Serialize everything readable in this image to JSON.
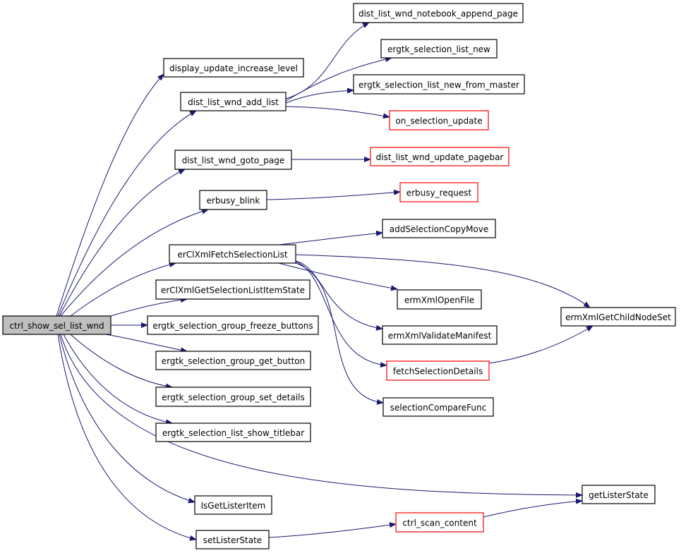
{
  "diagram": {
    "colors": {
      "edge": "#191970",
      "root_fill": "#bfbfbf",
      "node_border": "#000000",
      "truncated_border": "#ff0000",
      "node_fill": "#ffffff"
    },
    "nodes": [
      {
        "id": "ctrl_show_sel_list_wnd",
        "label": "ctrl_show_sel_list_wnd",
        "kind": "root"
      },
      {
        "id": "display_update_increase_level",
        "label": "display_update_increase_level",
        "kind": "normal"
      },
      {
        "id": "dist_list_wnd_add_list",
        "label": "dist_list_wnd_add_list",
        "kind": "normal"
      },
      {
        "id": "dist_list_wnd_goto_page",
        "label": "dist_list_wnd_goto_page",
        "kind": "normal"
      },
      {
        "id": "erbusy_blink",
        "label": "erbusy_blink",
        "kind": "normal"
      },
      {
        "id": "erClXmlFetchSelectionList",
        "label": "erClXmlFetchSelectionList",
        "kind": "normal"
      },
      {
        "id": "erClXmlGetSelectionListItemState",
        "label": "erClXmlGetSelectionListItemState",
        "kind": "normal"
      },
      {
        "id": "ergtk_selection_group_freeze_buttons",
        "label": "ergtk_selection_group_freeze_buttons",
        "kind": "normal"
      },
      {
        "id": "ergtk_selection_group_get_button",
        "label": "ergtk_selection_group_get_button",
        "kind": "normal"
      },
      {
        "id": "ergtk_selection_group_set_details",
        "label": "ergtk_selection_group_set_details",
        "kind": "normal"
      },
      {
        "id": "ergtk_selection_list_show_titlebar",
        "label": "ergtk_selection_list_show_titlebar",
        "kind": "normal"
      },
      {
        "id": "lsGetListerItem",
        "label": "lsGetListerItem",
        "kind": "normal"
      },
      {
        "id": "setListerState",
        "label": "setListerState",
        "kind": "normal"
      },
      {
        "id": "dist_list_wnd_notebook_append_page",
        "label": "dist_list_wnd_notebook_append_page",
        "kind": "normal"
      },
      {
        "id": "ergtk_selection_list_new",
        "label": "ergtk_selection_list_new",
        "kind": "normal"
      },
      {
        "id": "ergtk_selection_list_new_from_master",
        "label": "ergtk_selection_list_new_from_master",
        "kind": "normal"
      },
      {
        "id": "on_selection_update",
        "label": "on_selection_update",
        "kind": "truncated"
      },
      {
        "id": "dist_list_wnd_update_pagebar",
        "label": "dist_list_wnd_update_pagebar",
        "kind": "truncated"
      },
      {
        "id": "erbusy_request",
        "label": "erbusy_request",
        "kind": "truncated"
      },
      {
        "id": "addSelectionCopyMove",
        "label": "addSelectionCopyMove",
        "kind": "normal"
      },
      {
        "id": "ermXmlOpenFile",
        "label": "ermXmlOpenFile",
        "kind": "normal"
      },
      {
        "id": "ermXmlValidateManifest",
        "label": "ermXmlValidateManifest",
        "kind": "normal"
      },
      {
        "id": "fetchSelectionDetails",
        "label": "fetchSelectionDetails",
        "kind": "truncated"
      },
      {
        "id": "selectionCompareFunc",
        "label": "selectionCompareFunc",
        "kind": "normal"
      },
      {
        "id": "ermXmlGetChildNodeSet",
        "label": "ermXmlGetChildNodeSet",
        "kind": "normal"
      },
      {
        "id": "getListerState",
        "label": "getListerState",
        "kind": "normal"
      },
      {
        "id": "ctrl_scan_content",
        "label": "ctrl_scan_content",
        "kind": "truncated"
      }
    ],
    "edges": [
      {
        "from": "ctrl_show_sel_list_wnd",
        "to": "display_update_increase_level"
      },
      {
        "from": "ctrl_show_sel_list_wnd",
        "to": "dist_list_wnd_add_list"
      },
      {
        "from": "ctrl_show_sel_list_wnd",
        "to": "dist_list_wnd_goto_page"
      },
      {
        "from": "ctrl_show_sel_list_wnd",
        "to": "erbusy_blink"
      },
      {
        "from": "ctrl_show_sel_list_wnd",
        "to": "erClXmlFetchSelectionList"
      },
      {
        "from": "ctrl_show_sel_list_wnd",
        "to": "erClXmlGetSelectionListItemState"
      },
      {
        "from": "ctrl_show_sel_list_wnd",
        "to": "ergtk_selection_group_freeze_buttons"
      },
      {
        "from": "ctrl_show_sel_list_wnd",
        "to": "ergtk_selection_group_get_button"
      },
      {
        "from": "ctrl_show_sel_list_wnd",
        "to": "ergtk_selection_group_set_details"
      },
      {
        "from": "ctrl_show_sel_list_wnd",
        "to": "ergtk_selection_list_show_titlebar"
      },
      {
        "from": "ctrl_show_sel_list_wnd",
        "to": "getListerState"
      },
      {
        "from": "ctrl_show_sel_list_wnd",
        "to": "lsGetListerItem"
      },
      {
        "from": "ctrl_show_sel_list_wnd",
        "to": "setListerState"
      },
      {
        "from": "dist_list_wnd_add_list",
        "to": "dist_list_wnd_notebook_append_page"
      },
      {
        "from": "dist_list_wnd_add_list",
        "to": "ergtk_selection_list_new"
      },
      {
        "from": "dist_list_wnd_add_list",
        "to": "ergtk_selection_list_new_from_master"
      },
      {
        "from": "dist_list_wnd_add_list",
        "to": "on_selection_update"
      },
      {
        "from": "dist_list_wnd_goto_page",
        "to": "dist_list_wnd_update_pagebar"
      },
      {
        "from": "erbusy_blink",
        "to": "erbusy_request"
      },
      {
        "from": "erClXmlFetchSelectionList",
        "to": "addSelectionCopyMove"
      },
      {
        "from": "erClXmlFetchSelectionList",
        "to": "ermXmlGetChildNodeSet"
      },
      {
        "from": "erClXmlFetchSelectionList",
        "to": "ermXmlOpenFile"
      },
      {
        "from": "erClXmlFetchSelectionList",
        "to": "ermXmlValidateManifest"
      },
      {
        "from": "erClXmlFetchSelectionList",
        "to": "fetchSelectionDetails"
      },
      {
        "from": "erClXmlFetchSelectionList",
        "to": "selectionCompareFunc"
      },
      {
        "from": "fetchSelectionDetails",
        "to": "ermXmlGetChildNodeSet"
      },
      {
        "from": "setListerState",
        "to": "ctrl_scan_content"
      },
      {
        "from": "ctrl_scan_content",
        "to": "getListerState"
      }
    ]
  }
}
